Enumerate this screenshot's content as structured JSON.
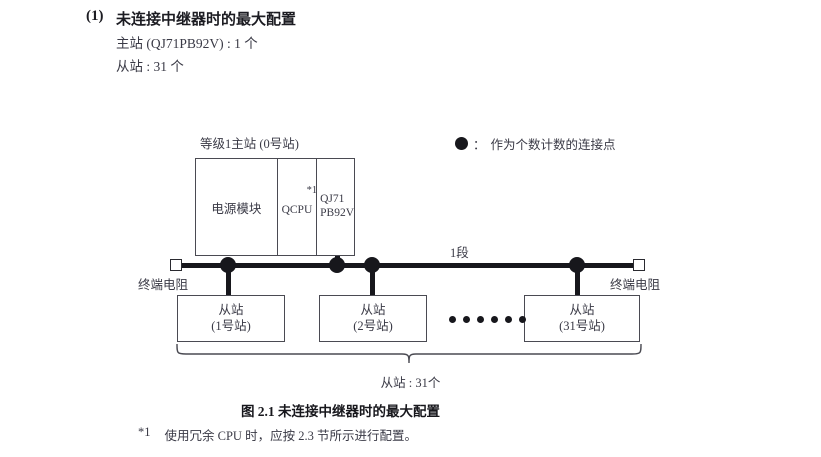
{
  "heading": {
    "number": "(1)",
    "title": "未连接中继器时的最大配置",
    "spec_master": "主站 (QJ71PB92V) : 1 个",
    "spec_slave": "从站 : 31 个"
  },
  "legend": {
    "symbol": "dot-icon",
    "separator": "：",
    "text": "作为个数计数的连接点"
  },
  "master": {
    "label": "等级1主站 (0号站)",
    "cells": {
      "power": "电源模块",
      "cpu": "QCPU",
      "cpu_footnote": "*1",
      "network_line1": "QJ71",
      "network_line2": "PB92V"
    }
  },
  "bus": {
    "segment_label": "1段",
    "terminator_left": "终端电阻",
    "terminator_right": "终端电阻",
    "dot_positions": [
      228,
      337,
      372,
      577
    ],
    "connection_dot_count": 4
  },
  "slaves": [
    {
      "line1": "从站",
      "line2": "(1号站)"
    },
    {
      "line1": "从站",
      "line2": "(2号站)"
    },
    {
      "line1": "从站",
      "line2": "(31号站)"
    }
  ],
  "ellipsis_dot_count": 6,
  "brace": {
    "label": "从站 : 31个"
  },
  "caption": "图 2.1  未连接中继器时的最大配置",
  "footnote": {
    "marker": "*1",
    "text": "使用冗余 CPU 时，应按 2.3 节所示进行配置。"
  },
  "colors": {
    "ink": "#17171c",
    "text": "#3a3a46",
    "rule": "#4a4a52",
    "page": "#ffffff"
  }
}
